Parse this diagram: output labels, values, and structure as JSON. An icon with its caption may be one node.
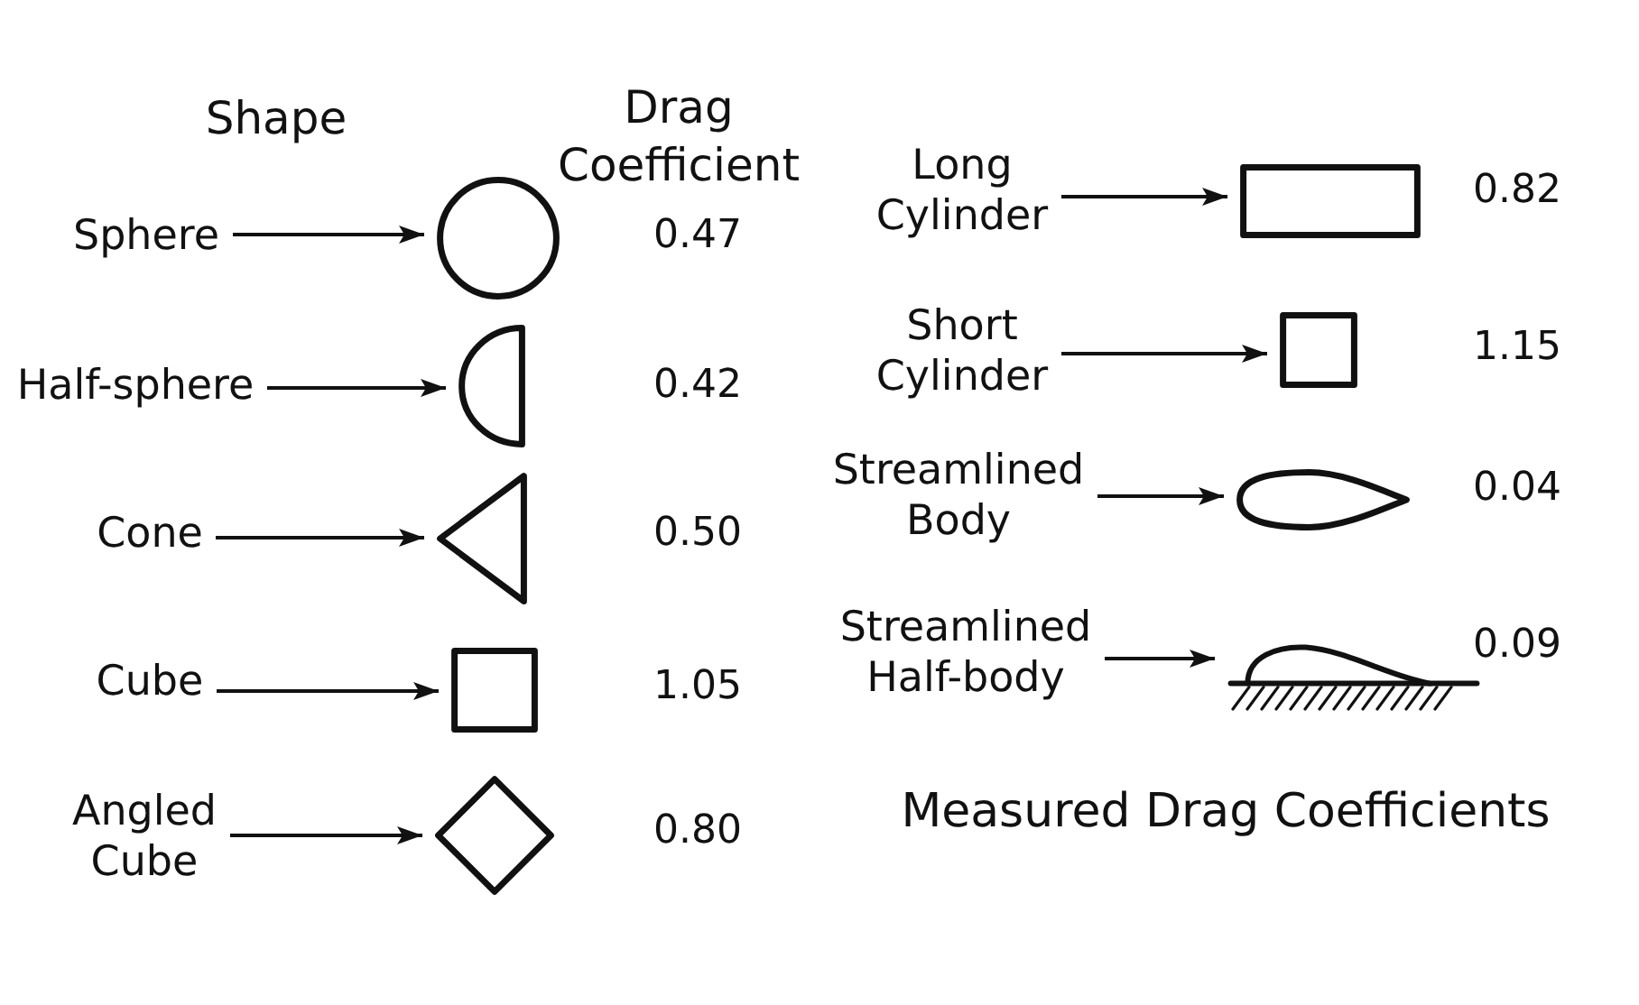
{
  "diagram": {
    "caption": "Measured Drag Coefficients",
    "nodes": [
      {
        "text": [
          "Sphere"
        ]
      },
      {
        "text": [],
        "shape": "circle",
        "beside": [
          "0.47"
        ]
      },
      {
        "text": [
          "Half-sphere"
        ]
      },
      {
        "text": [],
        "shape": "semicircle",
        "beside": [
          "0.42"
        ]
      },
      {
        "text": [
          "Cone"
        ]
      },
      {
        "text": [],
        "shape": "triangle",
        "beside": [
          "0.50"
        ]
      },
      {
        "text": [
          "Cube"
        ]
      },
      {
        "text": [],
        "shape": "square",
        "beside": [
          "1.05"
        ]
      },
      {
        "text": [
          "Angled Cube"
        ]
      },
      {
        "text": [],
        "shape": "diamond",
        "beside": [
          "0.80"
        ]
      },
      {
        "text": [
          "Long Cylinder"
        ]
      },
      {
        "text": [],
        "shape": "rectangle",
        "beside": [
          "0.82"
        ]
      },
      {
        "text": [
          "Short Cylinder"
        ]
      },
      {
        "text": [],
        "shape": "square",
        "beside": [
          "1.15"
        ]
      },
      {
        "text": [
          "Streamlined Body"
        ]
      },
      {
        "text": [],
        "shape": "teardrop",
        "beside": [
          "0.04"
        ]
      },
      {
        "text": [
          "Streamlined Half-body"
        ]
      },
      {
        "text": [],
        "shape": "picture",
        "beside": [
          "0.09"
        ]
      }
    ],
    "edges": [
      {
        "from": 0,
        "to": 1,
        "arrow": "to"
      },
      {
        "from": 2,
        "to": 3,
        "arrow": "to"
      },
      {
        "from": 4,
        "to": 5,
        "arrow": "to"
      },
      {
        "from": 6,
        "to": 7,
        "arrow": "to"
      },
      {
        "from": 8,
        "to": 9,
        "arrow": "to"
      },
      {
        "from": 10,
        "to": 11,
        "arrow": "to"
      },
      {
        "from": 12,
        "to": 13,
        "arrow": "to"
      },
      {
        "from": 14,
        "to": 15,
        "arrow": "to"
      },
      {
        "from": 16,
        "to": 17,
        "arrow": "to"
      }
    ],
    "labels": [
      "Shape",
      "Drag Coefficient"
    ]
  }
}
